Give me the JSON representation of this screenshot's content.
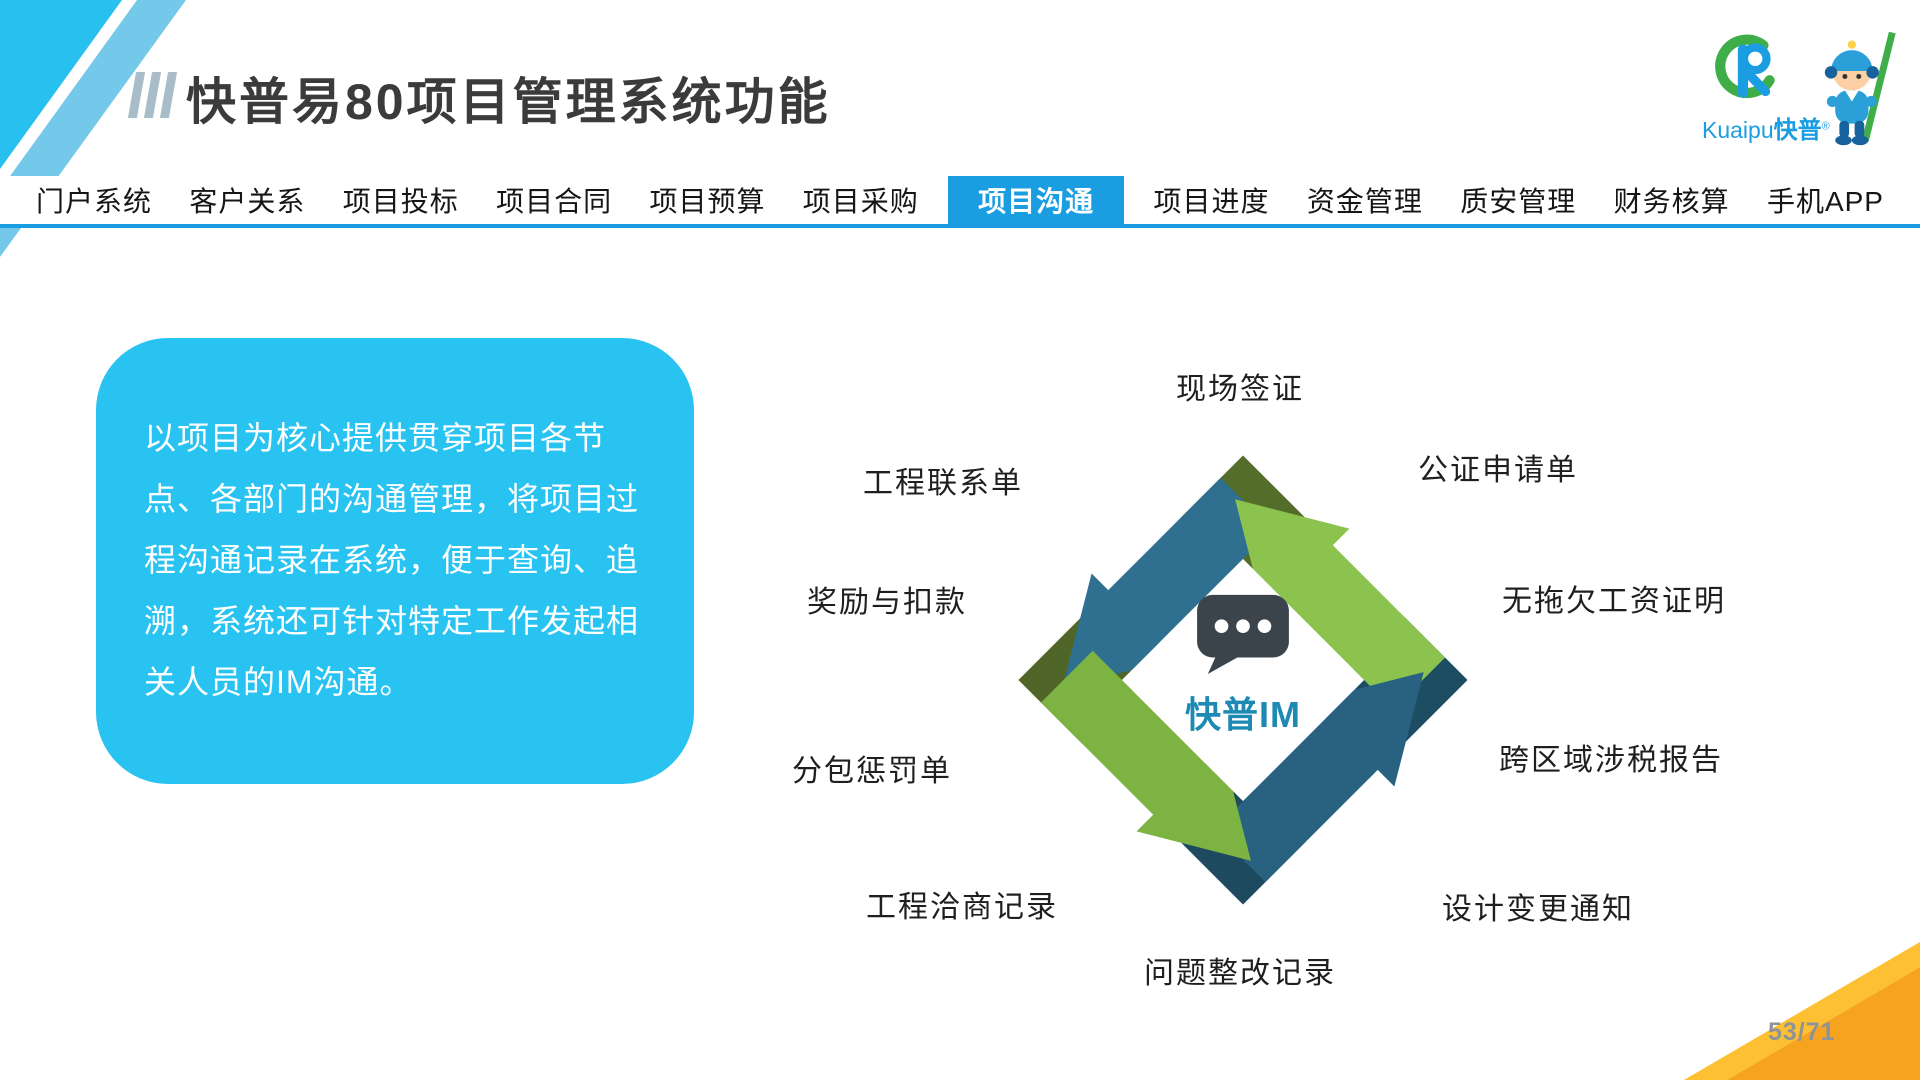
{
  "slide": {
    "title": "快普易80项目管理系统功能",
    "page_number": "53/71"
  },
  "logo": {
    "brand_text_latin": "Kuaipu",
    "brand_text_cjk": "快普",
    "registered_mark": "®"
  },
  "tabs": [
    {
      "label": "门户系统",
      "active": false
    },
    {
      "label": "客户关系",
      "active": false
    },
    {
      "label": "项目投标",
      "active": false
    },
    {
      "label": "项目合同",
      "active": false
    },
    {
      "label": "项目预算",
      "active": false
    },
    {
      "label": "项目采购",
      "active": false
    },
    {
      "label": "项目沟通",
      "active": true
    },
    {
      "label": "项目进度",
      "active": false
    },
    {
      "label": "资金管理",
      "active": false
    },
    {
      "label": "质安管理",
      "active": false
    },
    {
      "label": "财务核算",
      "active": false
    },
    {
      "label": "手机APP",
      "active": false
    }
  ],
  "description_box": {
    "text": "以项目为核心提供贯穿项目各节点、各部门的沟通管理，将项目过程沟通记录在系统，便于查询、追溯，系统还可针对特定工作发起相关人员的IM沟通。"
  },
  "diagram": {
    "center_label": "快普IM",
    "items": [
      "现场签证",
      "公证申请单",
      "无拖欠工资证明",
      "跨区域涉税报告",
      "设计变更通知",
      "问题整改记录",
      "工程洽商记录",
      "分包惩罚单",
      "奖励与扣款",
      "工程联系单"
    ]
  },
  "colors": {
    "accent_blue": "#1b9de2",
    "cyan_box": "#29c3f1",
    "teal_arrow": "#2f6f8f",
    "teal_arrow_2": "#286280",
    "green_arrow": "#8cc34f",
    "green_arrow_2": "#7cb342",
    "dark_olive": "#4f6628",
    "dark_teal": "#1d4d63",
    "orange_corner": "#f6a41f",
    "im_label": "#1e8ab3"
  }
}
